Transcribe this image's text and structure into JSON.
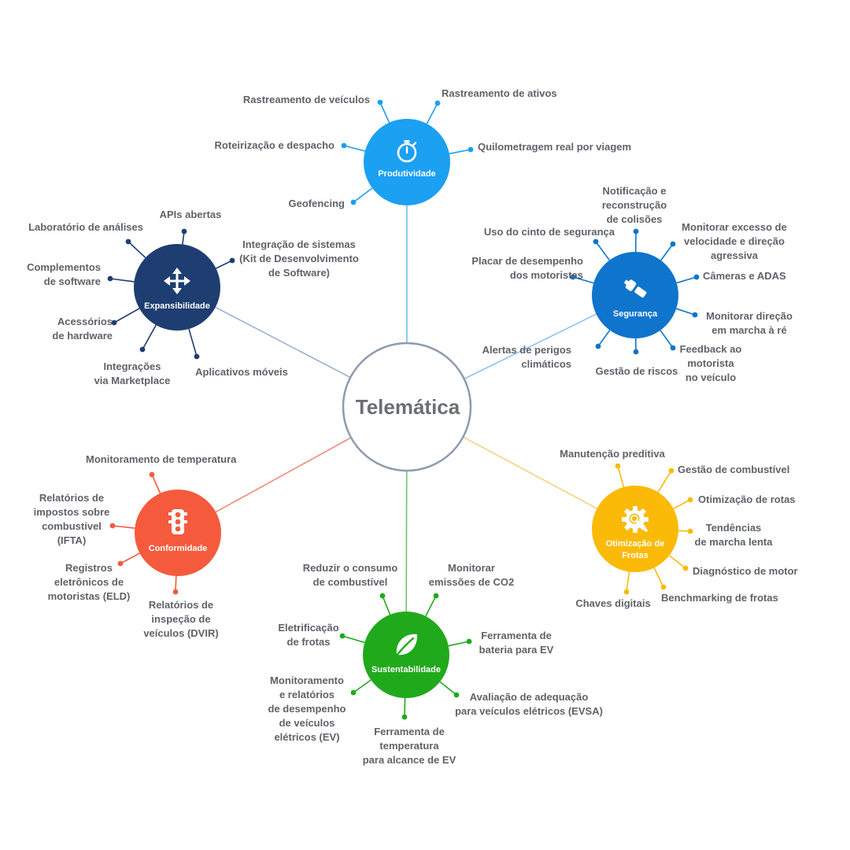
{
  "hub": {
    "label": "Telemática",
    "stroke": "#8d9bb0"
  },
  "categories": [
    {
      "id": "produtividade",
      "lines": [
        "Produtividade"
      ],
      "color": "#1ba0f2",
      "link": "#74c0ec",
      "icon": "stopwatch-icon",
      "items": [
        {
          "lines": [
            "Rastreamento de veículos"
          ]
        },
        {
          "lines": [
            "Rastreamento de ativos"
          ]
        },
        {
          "lines": [
            "Roteirização e despacho"
          ]
        },
        {
          "lines": [
            "Quilometragem real por viagem"
          ]
        },
        {
          "lines": [
            "Geofencing"
          ]
        }
      ]
    },
    {
      "id": "expansibilidade",
      "lines": [
        "Expansibilidade"
      ],
      "color": "#1e3e72",
      "link": "#9fb1cc",
      "icon": "arrows-expand-icon",
      "items": [
        {
          "lines": [
            "APIs abertas"
          ]
        },
        {
          "lines": [
            "Laboratório de análises"
          ]
        },
        {
          "lines": [
            "Integração de sistemas",
            "(Kit de Desenvolvimento",
            "de Software)"
          ]
        },
        {
          "lines": [
            "Complementos",
            "de software"
          ]
        },
        {
          "lines": [
            "Acessórios",
            "de hardware"
          ]
        },
        {
          "lines": [
            "Integrações",
            "via Marketplace"
          ]
        },
        {
          "lines": [
            "Aplicativos móveis"
          ]
        }
      ]
    },
    {
      "id": "seguranca",
      "lines": [
        "Segurança"
      ],
      "color": "#0e74cc",
      "link": "#8cc3ea",
      "icon": "seatbelt-icon",
      "items": [
        {
          "lines": [
            "Notificação e",
            "reconstrução",
            "de colisões"
          ]
        },
        {
          "lines": [
            "Uso do cinto de segurança"
          ]
        },
        {
          "lines": [
            "Monitorar excesso de",
            "velocidade e direção",
            "agressiva"
          ]
        },
        {
          "lines": [
            "Placar de desempenho",
            "dos motoristas"
          ]
        },
        {
          "lines": [
            "Câmeras e ADAS"
          ]
        },
        {
          "lines": [
            "Monitorar direção",
            "em marcha à ré"
          ]
        },
        {
          "lines": [
            "Alertas de perigos",
            "climáticos"
          ]
        },
        {
          "lines": [
            "Gestão de riscos"
          ]
        },
        {
          "lines": [
            "Feedback ao",
            "motorista",
            "no veículo"
          ]
        }
      ]
    },
    {
      "id": "conformidade",
      "lines": [
        "Conformidade"
      ],
      "color": "#f55a3d",
      "link": "#f08a78",
      "icon": "traffic-light-icon",
      "items": [
        {
          "lines": [
            "Monitoramento de temperatura"
          ]
        },
        {
          "lines": [
            "Relatórios de",
            "impostos sobre",
            "combustível",
            "(IFTA)"
          ]
        },
        {
          "lines": [
            "Registros",
            "eletrônicos de",
            "motoristas (ELD)"
          ]
        },
        {
          "lines": [
            "Relatórios de",
            "inspeção de",
            "veículos (DVIR)"
          ]
        }
      ]
    },
    {
      "id": "otimizacao",
      "lines": [
        "Otimização de",
        "Frotas"
      ],
      "color": "#fbba08",
      "link": "#f7d27e",
      "icon": "gear-search-icon",
      "items": [
        {
          "lines": [
            "Manutenção preditiva"
          ]
        },
        {
          "lines": [
            "Gestão de combustível"
          ]
        },
        {
          "lines": [
            "Otimização de rotas"
          ]
        },
        {
          "lines": [
            "Tendências",
            "de marcha lenta"
          ]
        },
        {
          "lines": [
            "Diagnóstico de motor"
          ]
        },
        {
          "lines": [
            "Benchmarking de frotas"
          ]
        },
        {
          "lines": [
            "Chaves digitais"
          ]
        }
      ]
    },
    {
      "id": "sustentabilidade",
      "lines": [
        "Sustentabilidade"
      ],
      "color": "#21a91c",
      "link": "#6fc26c",
      "icon": "leaf-icon",
      "items": [
        {
          "lines": [
            "Reduzir o consumo",
            "de combustível"
          ]
        },
        {
          "lines": [
            "Monitorar",
            "emissões de CO2"
          ]
        },
        {
          "lines": [
            "Eletrificação",
            "de frotas"
          ]
        },
        {
          "lines": [
            "Ferramenta de",
            "bateria para EV"
          ]
        },
        {
          "lines": [
            "Monitoramento",
            "e relatórios",
            "de desempenho",
            "de veículos",
            "elétricos (EV)"
          ]
        },
        {
          "lines": [
            "Avaliação de adequação",
            "para veículos elétricos (EVSA)"
          ]
        },
        {
          "lines": [
            "Ferramenta de",
            "temperatura",
            "para alcance de EV"
          ]
        }
      ]
    }
  ]
}
